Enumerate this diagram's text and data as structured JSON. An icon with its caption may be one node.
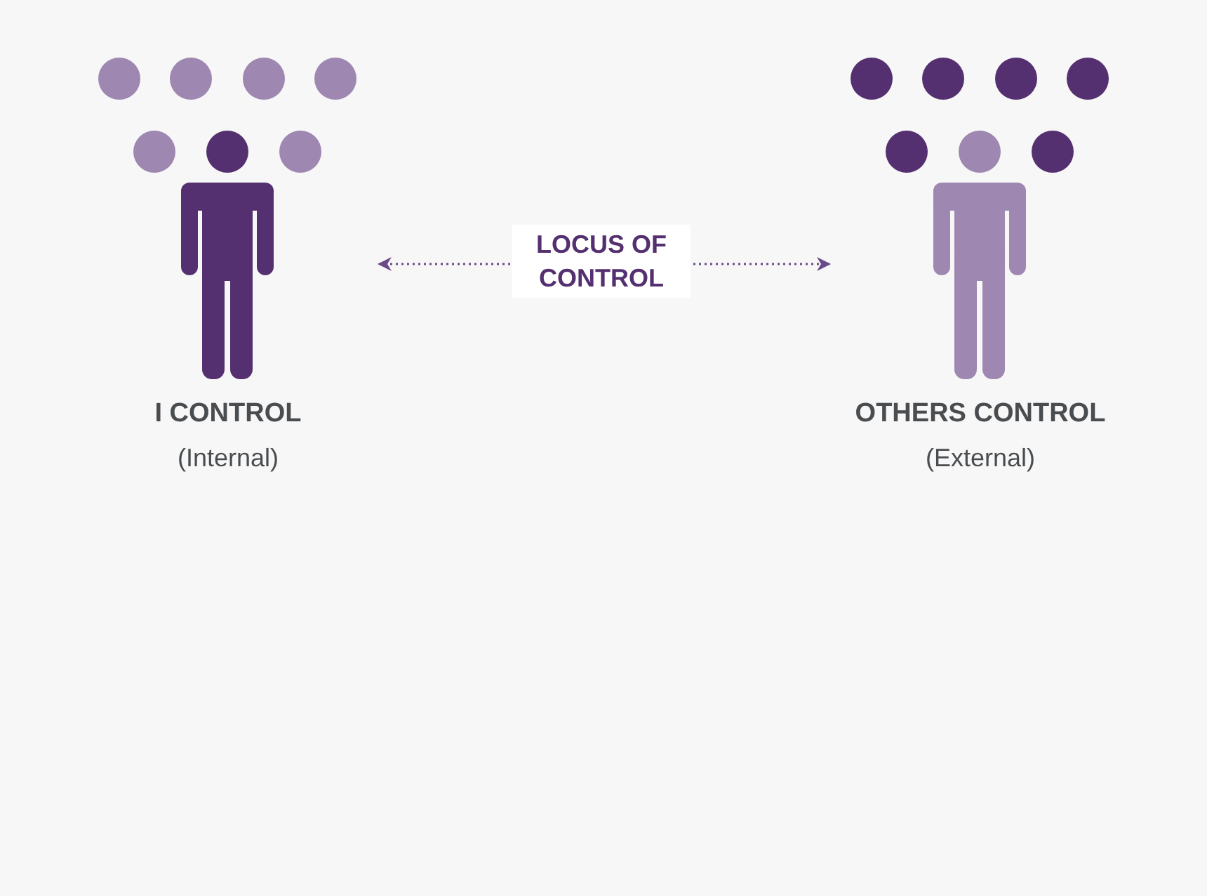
{
  "diagram": {
    "nodes": [
      {
        "text": [
          "I CONTROL",
          "(Internal)"
        ]
      },
      {
        "text": [
          "OTHERS CONTROL",
          "(External)"
        ]
      }
    ],
    "edges": [
      {
        "from": 0,
        "to": 1,
        "arrow": "both",
        "label": "LOCUS OF CONTROL",
        "style": "dashed"
      }
    ]
  }
}
